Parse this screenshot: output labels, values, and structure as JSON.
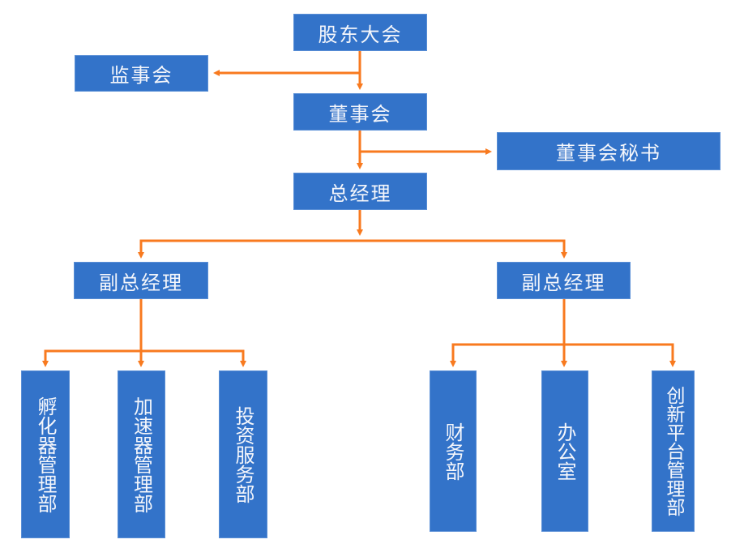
{
  "diagram": {
    "type": "org-chart",
    "colors": {
      "box": "#3373c9",
      "text": "#f4f6fb",
      "connector": "#f87a1f"
    },
    "nodes": {
      "shareholders_meeting": "股东大会",
      "supervisory_board": "监事会",
      "board_of_directors": "董事会",
      "board_secretary": "董事会秘书",
      "general_manager": "总经理",
      "deputy_gm_left": "副总经理",
      "deputy_gm_right": "副总经理",
      "incubator_dept": "孵化器管理部",
      "accelerator_dept": "加速器管理部",
      "investment_services_dept": "投资服务部",
      "finance_dept": "财务部",
      "office": "办公室",
      "innovation_platform_dept": "创新平台管理部"
    },
    "edges": [
      [
        "shareholders_meeting",
        "supervisory_board"
      ],
      [
        "shareholders_meeting",
        "board_of_directors"
      ],
      [
        "board_of_directors",
        "board_secretary"
      ],
      [
        "board_of_directors",
        "general_manager"
      ],
      [
        "general_manager",
        "deputy_gm_left"
      ],
      [
        "general_manager",
        "deputy_gm_right"
      ],
      [
        "deputy_gm_left",
        "incubator_dept"
      ],
      [
        "deputy_gm_left",
        "accelerator_dept"
      ],
      [
        "deputy_gm_left",
        "investment_services_dept"
      ],
      [
        "deputy_gm_right",
        "finance_dept"
      ],
      [
        "deputy_gm_right",
        "office"
      ],
      [
        "deputy_gm_right",
        "innovation_platform_dept"
      ]
    ]
  }
}
